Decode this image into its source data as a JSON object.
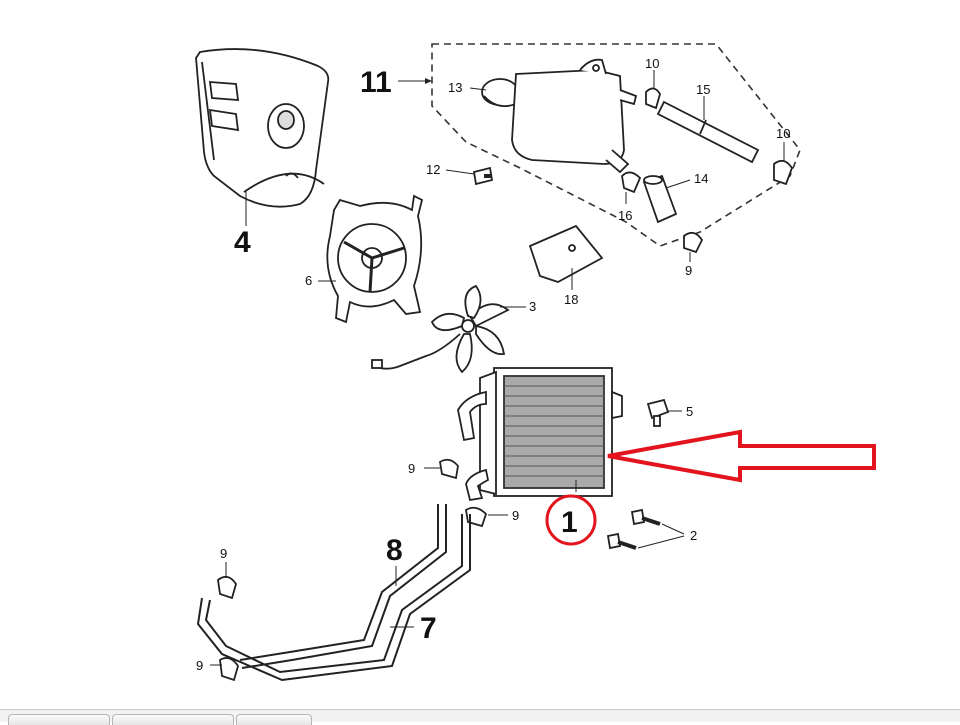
{
  "labels": {
    "p1": "1",
    "p2": "2",
    "p3": "3",
    "p4": "4",
    "p5": "5",
    "p6": "6",
    "p7": "7",
    "p8": "8",
    "p9a": "9",
    "p9b": "9",
    "p9c": "9",
    "p9d": "9",
    "p9e": "9",
    "p10a": "10",
    "p10b": "10",
    "p11": "11",
    "p12": "12",
    "p13": "13",
    "p14": "14",
    "p15": "15",
    "p16": "16",
    "p18": "18"
  },
  "colors": {
    "highlight": "#e3141d",
    "line": "#222222",
    "part_fill": "#ffffff"
  }
}
